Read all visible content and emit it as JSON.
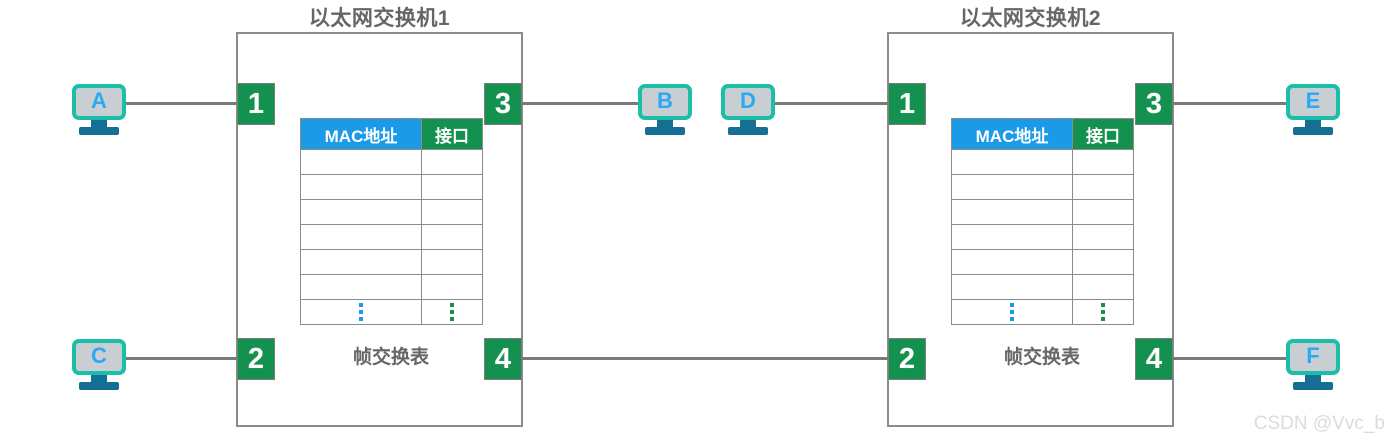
{
  "diagram": {
    "watermark": "CSDN @Vvc_b"
  },
  "switches": [
    {
      "title": "以太网交换机1",
      "table": {
        "caption": "帧交换表",
        "headers": [
          "MAC地址",
          "接口"
        ],
        "empty_row_count": 6,
        "ellipsis_row": true
      },
      "ports": [
        {
          "label": "1",
          "side": "left",
          "row": "top"
        },
        {
          "label": "2",
          "side": "left",
          "row": "bottom"
        },
        {
          "label": "3",
          "side": "right",
          "row": "top"
        },
        {
          "label": "4",
          "side": "right",
          "row": "bottom"
        }
      ]
    },
    {
      "title": "以太网交换机2",
      "table": {
        "caption": "帧交换表",
        "headers": [
          "MAC地址",
          "接口"
        ],
        "empty_row_count": 6,
        "ellipsis_row": true
      },
      "ports": [
        {
          "label": "1",
          "side": "left",
          "row": "top"
        },
        {
          "label": "2",
          "side": "left",
          "row": "bottom"
        },
        {
          "label": "3",
          "side": "right",
          "row": "top"
        },
        {
          "label": "4",
          "side": "right",
          "row": "bottom"
        }
      ]
    }
  ],
  "hosts": [
    {
      "label": "A",
      "position": "left-top"
    },
    {
      "label": "C",
      "position": "left-bottom"
    },
    {
      "label": "B",
      "position": "middle-left"
    },
    {
      "label": "D",
      "position": "middle-right"
    },
    {
      "label": "E",
      "position": "right-top"
    },
    {
      "label": "F",
      "position": "right-bottom"
    }
  ],
  "colors": {
    "port_green": "#14914f",
    "header_blue": "#1b9ae8",
    "host_border_teal": "#1bbfa8",
    "host_letter_blue": "#2aa9f5",
    "line_gray": "#7a7a7a",
    "box_border_gray": "#8c8c8c",
    "title_gray": "#666666"
  }
}
